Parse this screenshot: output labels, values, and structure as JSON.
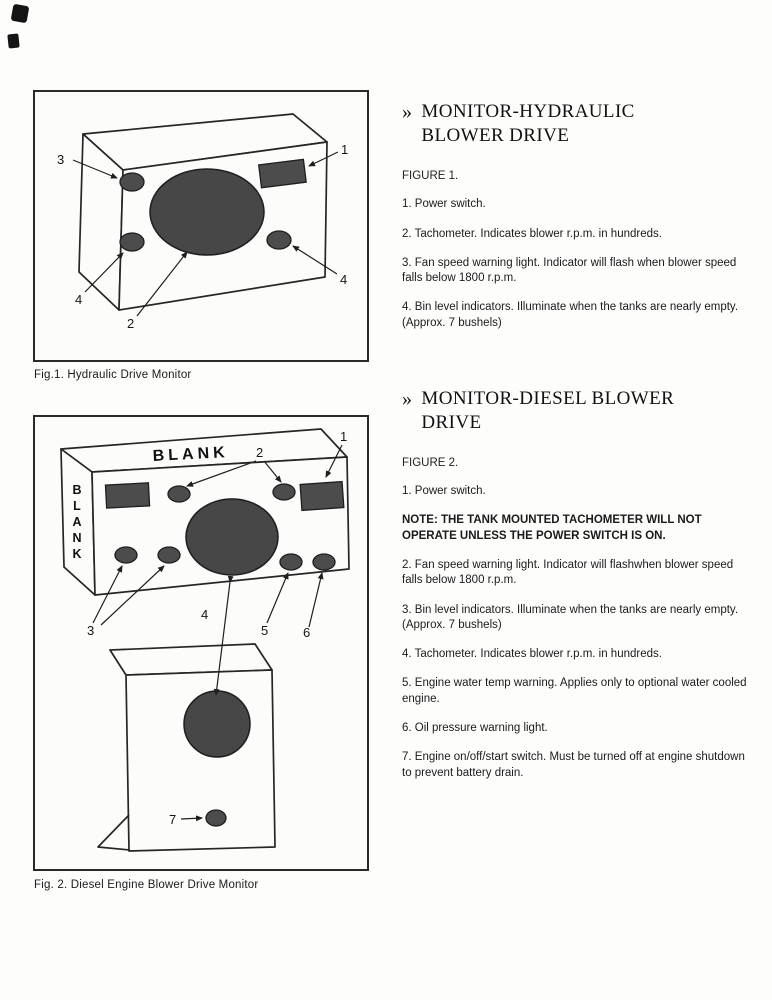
{
  "figure1": {
    "caption": "Fig.1.  Hydraulic Drive Monitor",
    "callout_power_switch": "1",
    "callout_tachometer": "2",
    "callout_fan_warning": "3",
    "callout_bin_left": "4",
    "callout_bin_right": "4"
  },
  "figure2": {
    "caption": "Fig. 2.  Diesel Engine Blower Drive Monitor",
    "blank_top": "BLANK",
    "blank_side": "BLANK",
    "callout_power_switch": "1",
    "callout_fan_warning": "2",
    "callout_bin_indicators": "3",
    "callout_tachometer": "4",
    "callout_water_temp": "5",
    "callout_oil_pressure": "6",
    "callout_engine_switch": "7"
  },
  "section1": {
    "marker": "»",
    "title": "MONITOR-HYDRAULIC BLOWER DRIVE",
    "figure_label": "FIGURE 1.",
    "item1": "1. Power switch.",
    "item2": "2. Tachometer.  Indicates blower r.p.m. in hundreds.",
    "item3": "3. Fan speed warning light.  Indicator will flash when blower speed falls below 1800 r.p.m.",
    "item4": "4. Bin level indicators.  Illuminate when the tanks are nearly empty. (Approx. 7 bushels)"
  },
  "section2": {
    "marker": "»",
    "title": "MONITOR-DIESEL BLOWER DRIVE",
    "figure_label": "FIGURE 2.",
    "item1": "1.  Power  switch.",
    "note": "NOTE: THE TANK MOUNTED TACHOMETER WILL NOT OPERATE UNLESS THE POWER SWITCH IS ON.",
    "item2": "2.  Fan speed warning light.  Indicator will flashwhen blower speed falls below 1800 r.p.m.",
    "item3": "3.  Bin level indicators.  Illuminate when the tanks are nearly empty. (Approx. 7 bushels)",
    "item4": "4.  Tachometer.  Indicates blower r.p.m. in  hundreds.",
    "item5": "5.  Engine water temp warning.  Applies only to optional water cooled engine.",
    "item6": "6.  Oil pressure warning light.",
    "item7": "7.  Engine on/off/start switch.  Must be turned off at engine shutdown to prevent battery drain."
  }
}
